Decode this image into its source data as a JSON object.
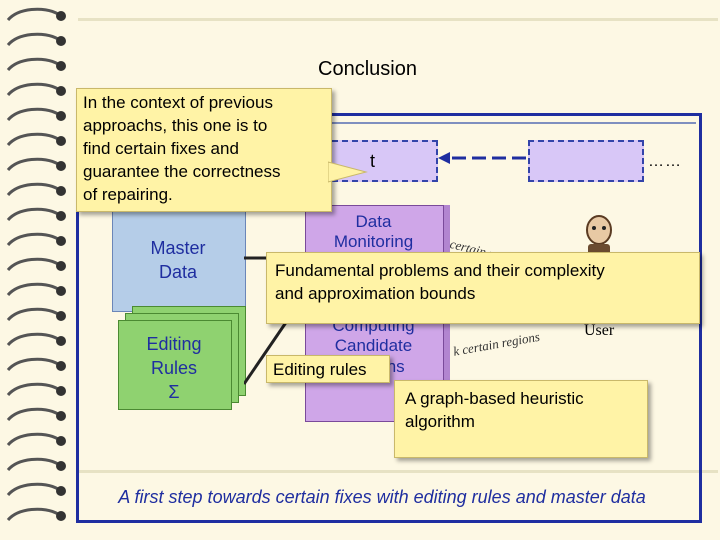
{
  "slide": {
    "title": "Conclusion",
    "context_note": {
      "line1": "In the context of previous",
      "line2": "approachs, this one is to",
      "line3_prefix": "find certain fixes and",
      "line4": "guarantee the correctness",
      "line5": "of repairing."
    },
    "diagram": {
      "t_label": "t",
      "dots": "……",
      "master_data": {
        "line1": "Master",
        "line2": "Data"
      },
      "editing_rules": {
        "line1": "Editing",
        "line2": "Rules",
        "line3": "Σ"
      },
      "data_monitoring": {
        "line1": "Data",
        "line2": "Monitoring"
      },
      "computing_candidate": {
        "line1": "Computing",
        "line2": "Candidate",
        "line3": "Regions"
      },
      "certain_label": "certain re",
      "k_certain_regions": "k certain regions",
      "user_label": "User"
    },
    "callouts": {
      "fundamental": {
        "line1": "Fundamental problems and their complexity",
        "line2": "and approximation bounds"
      },
      "editing_rules": "Editing rules",
      "graph_heuristic": {
        "line1": "A graph-based heuristic",
        "line2": "algorithm"
      }
    },
    "footer": "A first step towards certain fixes with editing rules and master data"
  },
  "colors": {
    "background": "#fdf8e4",
    "frame_blue": "#1f2ea0",
    "callout_yellow": "#fff3a6",
    "master_data_blue": "#b5cde8",
    "editing_rules_green": "#8fd270",
    "data_column_purple": "#cfa6e8"
  }
}
